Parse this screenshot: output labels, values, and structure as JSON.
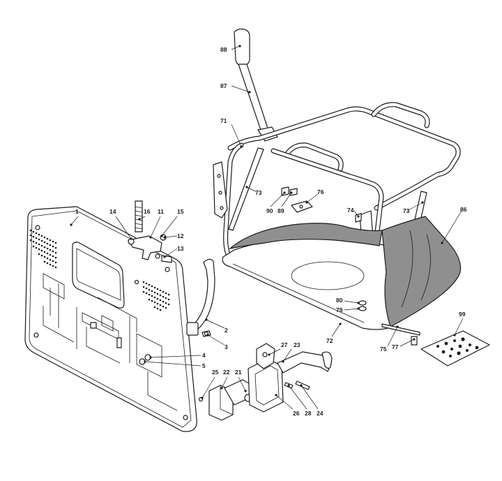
{
  "callouts": [
    {
      "id": "1",
      "text": "1"
    },
    {
      "id": "2",
      "text": "2"
    },
    {
      "id": "3",
      "text": "3"
    },
    {
      "id": "4",
      "text": "4"
    },
    {
      "id": "5",
      "text": "5"
    },
    {
      "id": "11",
      "text": "11"
    },
    {
      "id": "12",
      "text": "12"
    },
    {
      "id": "13",
      "text": "13"
    },
    {
      "id": "14",
      "text": "14"
    },
    {
      "id": "15",
      "text": "15"
    },
    {
      "id": "16",
      "text": "16"
    },
    {
      "id": "21",
      "text": "21"
    },
    {
      "id": "22",
      "text": "22"
    },
    {
      "id": "23",
      "text": "23"
    },
    {
      "id": "24",
      "text": "24"
    },
    {
      "id": "25",
      "text": "25"
    },
    {
      "id": "26",
      "text": "26"
    },
    {
      "id": "27",
      "text": "27"
    },
    {
      "id": "28",
      "text": "28"
    },
    {
      "id": "71",
      "text": "71"
    },
    {
      "id": "72",
      "text": "72"
    },
    {
      "id": "73a",
      "text": "73"
    },
    {
      "id": "73b",
      "text": "73"
    },
    {
      "id": "74",
      "text": "74"
    },
    {
      "id": "75",
      "text": "75"
    },
    {
      "id": "76",
      "text": "76"
    },
    {
      "id": "77",
      "text": "77"
    },
    {
      "id": "79",
      "text": "79"
    },
    {
      "id": "80",
      "text": "80"
    },
    {
      "id": "86",
      "text": "86"
    },
    {
      "id": "87",
      "text": "87"
    },
    {
      "id": "88",
      "text": "88"
    },
    {
      "id": "89",
      "text": "89"
    },
    {
      "id": "90",
      "text": "90"
    },
    {
      "id": "99",
      "text": "99"
    }
  ]
}
